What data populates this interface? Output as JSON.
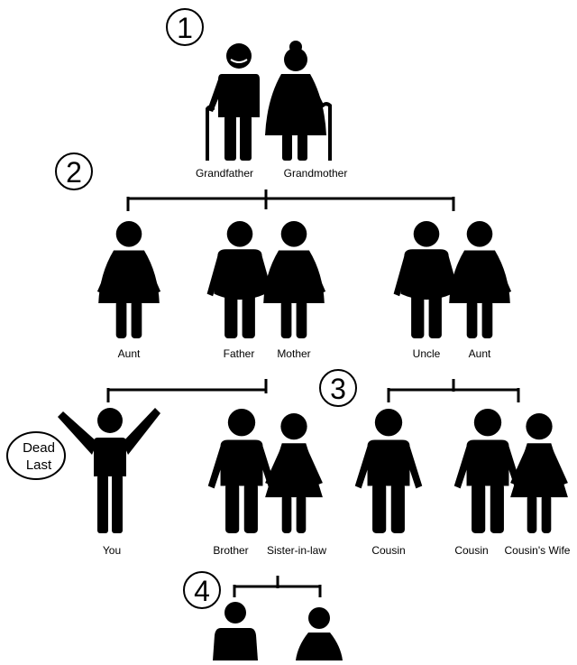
{
  "generation_markers": [
    "1",
    "2",
    "3",
    "4"
  ],
  "bubble": {
    "line1": "Dead",
    "line2": "Last"
  },
  "people": {
    "grandfather": "Grandfather",
    "grandmother": "Grandmother",
    "aunt_left": "Aunt",
    "father": "Father",
    "mother": "Mother",
    "uncle": "Uncle",
    "aunt_right": "Aunt",
    "you": "You",
    "brother": "Brother",
    "sister_in_law": "Sister-in-law",
    "cousin_single": "Cousin",
    "cousin_married": "Cousin",
    "cousins_wife": "Cousin's Wife"
  },
  "colors": {
    "figure": "#000000",
    "background": "#ffffff"
  }
}
